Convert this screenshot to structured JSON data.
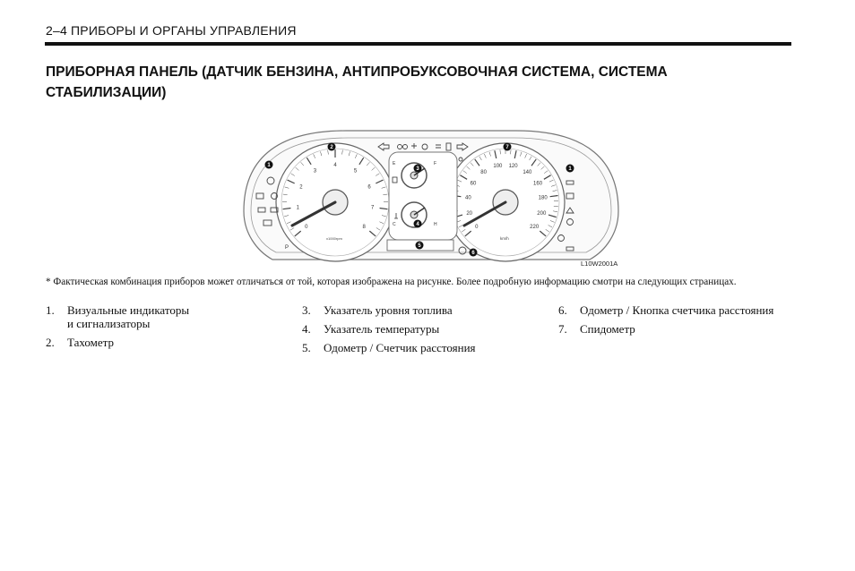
{
  "header": {
    "running_title": "2–4   ПРИБОРЫ И ОРГАНЫ УПРАВЛЕНИЯ"
  },
  "section": {
    "title": "ПРИБОРНАЯ ПАНЕЛЬ (ДАТЧИК БЕНЗИНА, АНТИПРОБУКСОВОЧНАЯ СИСТЕМА, СИСТЕМА СТАБИЛИЗАЦИИ)"
  },
  "figure": {
    "code": "L10W2001A",
    "tachometer_ticks": [
      "0",
      "1",
      "2",
      "3",
      "4",
      "5",
      "6",
      "7",
      "8"
    ],
    "tachometer_unit": "x1000rpm",
    "speedometer_ticks": [
      "0",
      "20",
      "40",
      "60",
      "80",
      "100",
      "120",
      "140",
      "160",
      "180",
      "200",
      "220"
    ],
    "speedometer_unit": "km/h",
    "fuel_gauge": {
      "empty": "E",
      "full": "F"
    },
    "temp_gauge": {
      "cold": "C",
      "hot": "H"
    },
    "callouts": [
      "1",
      "2",
      "3",
      "4",
      "5",
      "6",
      "7",
      "1"
    ],
    "gear_label": "P",
    "icons": [
      "turn-left-arrow-icon",
      "high-beam-icon",
      "seatbelt-icon",
      "light-icon",
      "fog-light-icon",
      "door-open-icon",
      "turn-right-arrow-icon",
      "airbag-icon",
      "brake-warning-icon",
      "engine-check-icon",
      "battery-icon",
      "tcs-icon",
      "esp-icon",
      "abs-icon",
      "cruise-icon",
      "fuel-pump-icon",
      "thermometer-icon",
      "trip-button-icon"
    ]
  },
  "footnote": "* Фактическая комбинация приборов может отличаться от той, которая изображена на рисунке. Более подробную информацию смотри на следующих страницах.",
  "legend": {
    "col1": [
      {
        "num": "1.",
        "text": "Визуальные индикаторы\nи сигнализаторы"
      },
      {
        "num": "2.",
        "text": "Тахометр"
      }
    ],
    "col2": [
      {
        "num": "3.",
        "text": "Указатель уровня топлива"
      },
      {
        "num": "4.",
        "text": "Указатель температуры"
      },
      {
        "num": "5.",
        "text": "Одометр / Счетчик расстояния"
      }
    ],
    "col3": [
      {
        "num": "6.",
        "text": "Одометр / Кнопка счетчика расстояния"
      },
      {
        "num": "7.",
        "text": "Спидометр"
      }
    ]
  }
}
